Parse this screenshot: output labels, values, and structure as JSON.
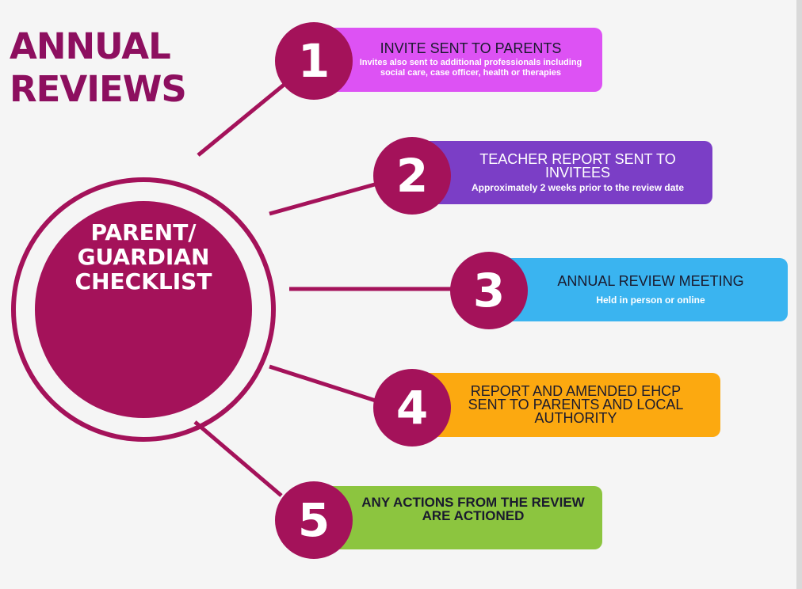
{
  "title": {
    "line1": "ANNUAL",
    "line2": "REVIEWS"
  },
  "center": {
    "line1": "PARENT/",
    "line2": "GUARDIAN",
    "line3": "CHECKLIST"
  },
  "colors": {
    "primary": "#a4125a",
    "title": "#8d0f5f",
    "step1": "#dd52f4",
    "step2": "#7b3ec6",
    "step3": "#3ab4f0",
    "step4": "#fca910",
    "step5": "#8cc53f"
  },
  "steps": [
    {
      "number": "1",
      "heading": "INVITE SENT TO PARENTS",
      "sub": "Invites also sent to additional professionals including social care, case officer, health or therapies"
    },
    {
      "number": "2",
      "heading": "TEACHER REPORT SENT TO INVITEES",
      "sub": "Approximately 2 weeks prior to the review date"
    },
    {
      "number": "3",
      "heading": "ANNUAL REVIEW MEETING",
      "sub": "Held in person or online"
    },
    {
      "number": "4",
      "heading": "REPORT AND AMENDED EHCP SENT TO PARENTS AND LOCAL AUTHORITY",
      "sub": ""
    },
    {
      "number": "5",
      "heading": "ANY ACTIONS FROM THE REVIEW ARE ACTIONED",
      "sub": ""
    }
  ]
}
